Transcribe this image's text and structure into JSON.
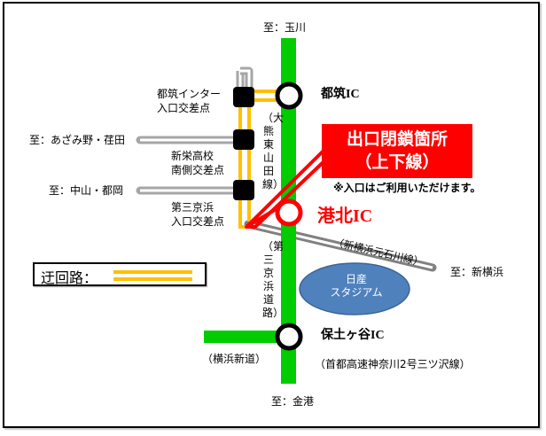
{
  "map": {
    "colors": {
      "expressway": "#00cc00",
      "detour": "#ffc000",
      "local_road": "#a6a6a6",
      "closure": "#ff0000",
      "stadium": "#4f81bd",
      "intersection": "#000000"
    },
    "destinations": {
      "north": "至：玉川",
      "south": "至：金港",
      "west_azamino": "至：あざみ野・荏田",
      "west_nakayama": "至：中山・都岡",
      "east_shinyokohama": "至：新横浜"
    },
    "interchanges": {
      "tsuzuki": "都筑IC",
      "kohoku": "港北IC",
      "hodogaya": "保土ヶ谷IC"
    },
    "intersections": {
      "tsuzuki_inter_line1": "都筑インター",
      "tsuzuki_inter_line2": "入口交差点",
      "shinei_line1": "新栄高校",
      "shinei_line2": "南側交差点",
      "daisan_line1": "第三京浜",
      "daisan_line2": "入口交差点"
    },
    "road_names": {
      "okuma_higashiyamada": "（大熊東山田線）",
      "daisan_keihin": "（第三京浜道路）",
      "shinyokohama_motoishikawa": "（新横浜元石川線）",
      "yokohama_shindo": "（横浜新道）",
      "shuto_mitsuzawa": "（首都高速神奈川2号三ツ沢線）"
    },
    "closure": {
      "title_line1": "出口閉鎖箇所",
      "title_line2": "（上下線）",
      "note": "※入口はご利用いただけます。"
    },
    "landmark": {
      "line1": "日産",
      "line2": "スタジアム"
    },
    "legend": {
      "label": "迂回路：",
      "item": "detour-route"
    }
  }
}
